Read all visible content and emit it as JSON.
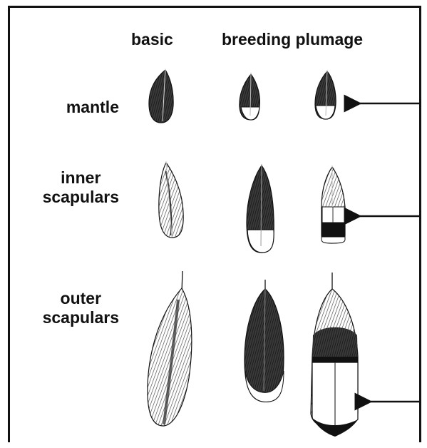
{
  "headers": {
    "basic": "basic",
    "breeding": "breeding plumage"
  },
  "rows": {
    "mantle": "mantle",
    "inner_line1": "inner",
    "inner_line2": "scapulars",
    "outer_line1": "outer",
    "outer_line2": "scapulars"
  },
  "colors": {
    "ink": "#111111",
    "paper": "#ffffff",
    "feather_dark": "#2a2a2a",
    "feather_mid": "#6a6a6a"
  }
}
